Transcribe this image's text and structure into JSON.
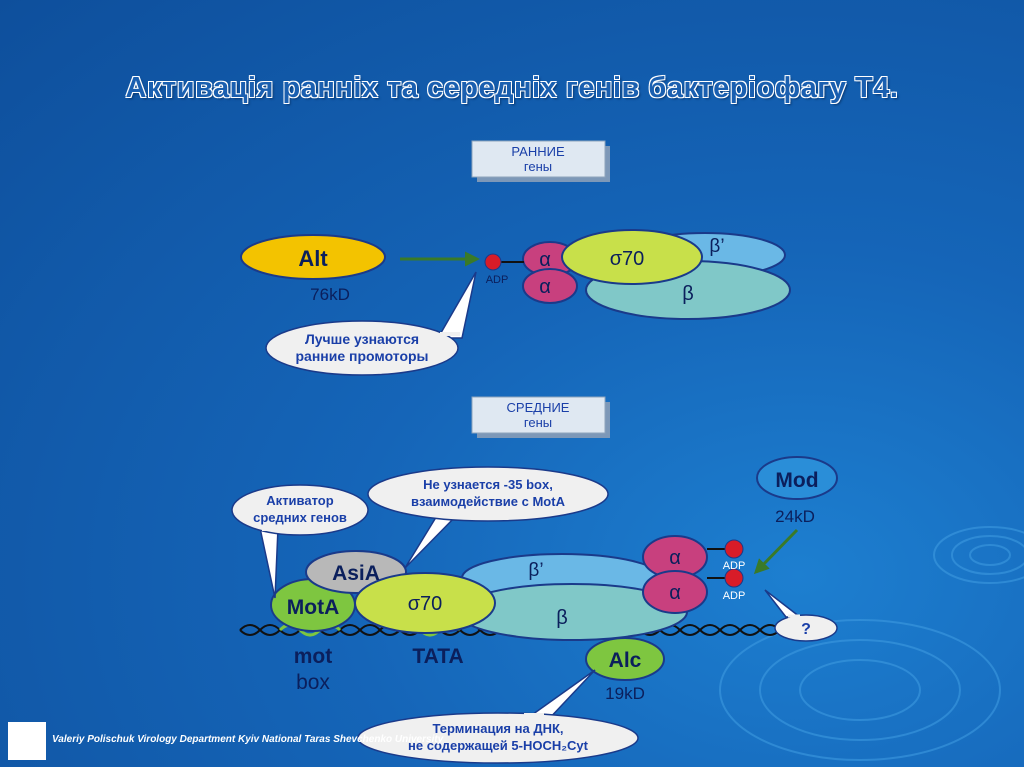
{
  "title": "Активація ранніх та середніх генів бактеріофагу Т4.",
  "early_box": {
    "line1": "РАННИЕ",
    "line2": "гены"
  },
  "middle_box": {
    "line1": "СРЕДНИЕ",
    "line2": "гены"
  },
  "early": {
    "alt_label": "Alt",
    "alt_size": "76kD",
    "adp": "ADP",
    "alpha": "α",
    "sigma": "σ70",
    "beta_prime": "β’",
    "beta": "β",
    "callout": {
      "line1": "Лучше узнаются",
      "line2": "ранние промоторы"
    }
  },
  "middle": {
    "asia": "AsiA",
    "mota": "MotA",
    "sigma": "σ70",
    "beta_prime": "β’",
    "beta": "β",
    "alpha": "α",
    "adp1": "ADP",
    "adp2": "ADP",
    "mod_label": "Mod",
    "mod_size": "24kD",
    "alc_label": "Alc",
    "alc_size": "19kD",
    "mot": "mot",
    "box": "box",
    "tata": "TATA",
    "question": "?",
    "callout_activator": {
      "line1": "Активатор",
      "line2": "средних генов"
    },
    "callout_35box": {
      "line1": "Не узнается -35 box,",
      "line2": "взаимодействие с MotA"
    },
    "callout_termination": {
      "line1": "Терминация на ДНК,",
      "line2": "не содержащей 5-HOCH₂Cyt"
    }
  },
  "footer": "Valeriy Polischuk  Virology Department Kyiv National Taras Shevchenko University",
  "colors": {
    "alt": "#f3c300",
    "sigma": "#c8e04a",
    "alpha": "#c8407e",
    "beta_prime": "#6ab8e6",
    "beta": "#80c8c8",
    "asia": "#b8b8b8",
    "mota": "#7ec640",
    "mod": "#2a8ed8",
    "adp": "#d81c28"
  }
}
